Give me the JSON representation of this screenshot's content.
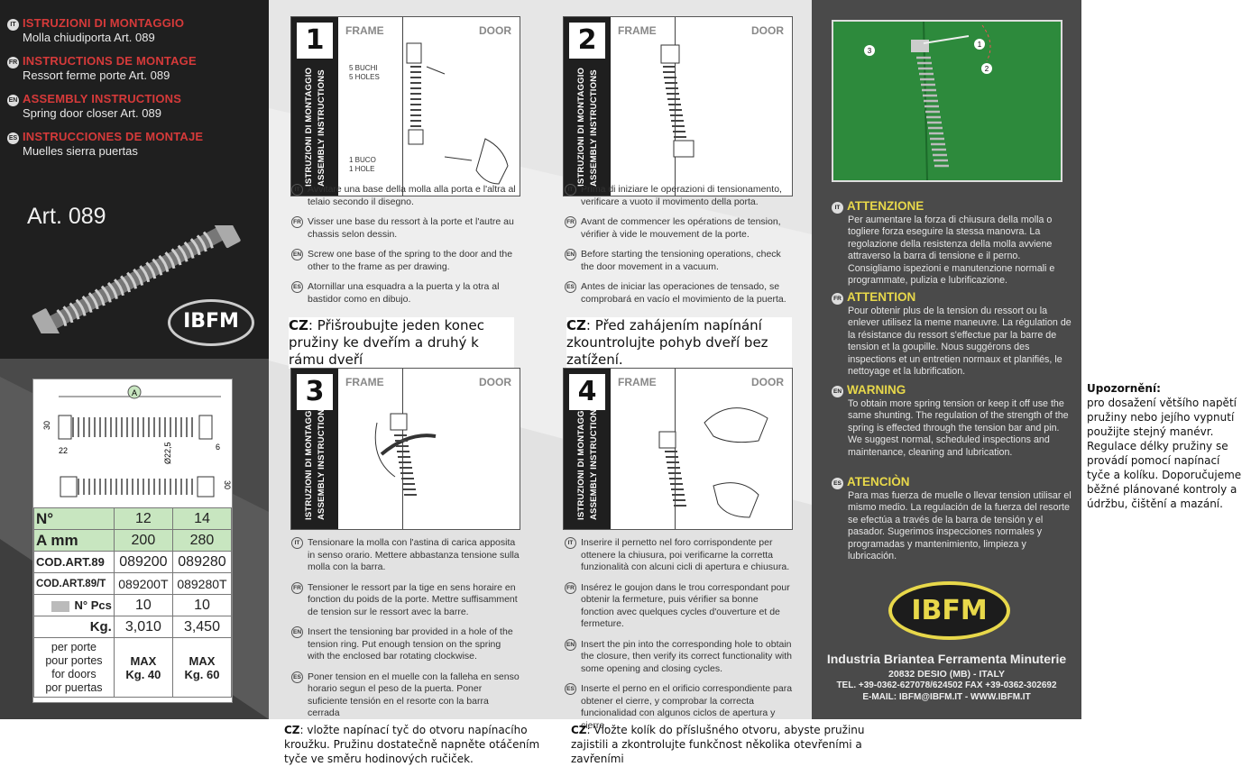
{
  "left": {
    "langs": [
      {
        "code": "IT",
        "heading": "ISTRUZIONI DI MONTAGGIO",
        "sub": "Molla chiudiporta Art. 089"
      },
      {
        "code": "FR",
        "heading": "INSTRUCTIONS DE MONTAGE",
        "sub": "Ressort ferme porte Art. 089"
      },
      {
        "code": "EN",
        "heading": "ASSEMBLY INSTRUCTIONS",
        "sub": "Spring door closer Art. 089"
      },
      {
        "code": "ES",
        "heading": "INSTRUCCIONES DE MONTAJE",
        "sub": "Muelles sierra puertas"
      }
    ],
    "article": "Art. 089",
    "logo": "IBFM"
  },
  "drawing": {
    "dim_a": "A",
    "dim_30": "30",
    "dim_22": "22",
    "dim_d": "Ø22,5",
    "dim_6": "6",
    "dim_30b": "30"
  },
  "spec_table": {
    "rows": [
      {
        "label": "N°",
        "v1": "12",
        "v2": "14"
      },
      {
        "label": "A mm",
        "v1": "200",
        "v2": "280"
      },
      {
        "label": "COD.ART.89",
        "v1": "089200",
        "v2": "089280"
      },
      {
        "label": "COD.ART.89/T",
        "v1": "089200T",
        "v2": "089280T"
      },
      {
        "label": "N° Pcs",
        "v1": "10",
        "v2": "10"
      },
      {
        "label": "Kg.",
        "v1": "3,010",
        "v2": "3,450"
      }
    ],
    "usage_lines": [
      "per porte",
      "pour portes",
      "for doors",
      "por puertas"
    ],
    "max1": "MAX",
    "kg1": "Kg. 40",
    "max2": "MAX",
    "kg2": "Kg. 60"
  },
  "steps": [
    {
      "num": "1",
      "vt1": "ISTRUZIONI DI MONTAGGIO",
      "vt2": "ASSEMBLY INSTRUCTIONS",
      "frame": "FRAME",
      "door": "DOOR",
      "n1": "5 BUCHI",
      "n2": "5 HOLES",
      "n3": "1 BUCO",
      "n4": "1 HOLE",
      "it": "Avvitare una base della molla alla porta e l'altra al telaio secondo il disegno.",
      "fr": "Visser une base du ressort à la porte et l'autre au chassis selon dessin.",
      "en": "Screw one base of the spring to the door and the other to the frame as per drawing.",
      "es": "Atornillar una esquadra a la puerta y la otra al bastidor como en dibujo.",
      "cz_label": "CZ",
      "cz": ": Přišroubujte jeden konec pružiny ke dveřím a druhý k rámu dveří"
    },
    {
      "num": "2",
      "vt1": "ISTRUZIONI DI MONTAGGIO",
      "vt2": "ASSEMBLY INSTRUCTIONS",
      "frame": "FRAME",
      "door": "DOOR",
      "it": "Prima di iniziare le operazioni di tensionamento, verificare a vuoto il movimento della porta.",
      "fr": "Avant de commencer les opérations de tension, vérifier à vide le mouvement de la porte.",
      "en": "Before starting the tensioning operations, check the door movement in a vacuum.",
      "es": "Antes de iniciar las operaciones de tensado, se comprobará en vacío el movimiento de la puerta.",
      "cz_label": "CZ",
      "cz": ": Před zahájením napínání zkountrolujte pohyb dveří bez zatížení."
    },
    {
      "num": "3",
      "vt1": "ISTRUZIONI DI MONTAGGIO",
      "vt2": "ASSEMBLY INSTRUCTIONS",
      "frame": "FRAME",
      "door": "DOOR",
      "it": "Tensionare la molla con l'astina di carica apposita in senso orario. Mettere abbastanza tensione sulla molla con la barra.",
      "fr": "Tensioner le ressort par la tige en sens horaire en fonction du poids de la porte. Mettre suffisamment de tension sur le ressort avec la barre.",
      "en": "Insert the tensioning bar provided in a hole of the tension ring. Put enough tension on the spring with the enclosed bar rotating clockwise.",
      "es": "Poner tension en el muelle con la falleha en senso horario segun el peso de la puerta. Poner suficiente tensión en el resorte con la barra cerrada",
      "cz_label": "CZ",
      "cz": ": vložte napínací tyč do otvoru napínacího kroužku. Pružinu dostatečně napněte otáčením tyče ve směru hodinových ručiček."
    },
    {
      "num": "4",
      "vt1": "ISTRUZIONI DI MONTAGGIO",
      "vt2": "ASSEMBLY INSTRUCTIONS",
      "frame": "FRAME",
      "door": "DOOR",
      "it": "Inserire il pernetto nel foro corrispondente per ottenere la chiusura, poi verificarne la corretta funzionalità con alcuni cicli di apertura e chiusura.",
      "fr": "Insérez le goujon dans le trou correspondant pour obtenir la fermeture, puis vérifier sa bonne fonction avec quelques cycles d'ouverture et de fermeture.",
      "en": "Insert the pin into the corresponding hole to obtain the closure, then verify its correct functionality with some opening and closing cycles.",
      "es": "Inserte el perno en el orificio correspondiente para obtener el cierre, y comprobar la correcta funcionalidad con algunos ciclos de apertura y cierre.",
      "cz_label": "CZ",
      "cz": ": Vložte kolík do příslušného otvoru, abyste pružinu zajistili a zkontrolujte funkčnost několika otevřeními a zavřeními"
    }
  ],
  "right": {
    "callouts": [
      "1",
      "2",
      "3"
    ],
    "att": [
      {
        "code": "IT",
        "h": "ATTENZIONE",
        "t": "Per aumentare la forza di chiusura della molla o togliere forza eseguire la stessa manovra. La regolazione della resistenza della molla avviene attraverso la barra di tensione e il perno. Consigliamo ispezioni e manutenzione normali e programmate, pulizia e lubrificazione."
      },
      {
        "code": "FR",
        "h": "ATTENTION",
        "t": "Pour obtenir plus de la tension du ressort ou la enlever utilisez la meme maneuvre. La régulation de la résistance du ressort s'effectue par la barre de tension et la goupille. Nous suggérons des inspections et un entretien normaux et planifiés, le nettoyage et la lubrification."
      },
      {
        "code": "EN",
        "h": "WARNING",
        "t": "To obtain more spring tension or keep it off use the same shunting. The regulation of the strength of the spring is effected through the tension bar and pin. We suggest normal, scheduled inspections and maintenance, cleaning and lubrication."
      },
      {
        "code": "ES",
        "h": "ATENCIÒN",
        "t": "Para mas fuerza de muelle o llevar tension utilisar el mismo medio. La regulación de la fuerza del resorte se efectúa a través de la barra de tensión y el pasador. Sugerimos inspecciones normales y programadas y mantenimiento, limpieza y lubricación."
      }
    ],
    "logo": "IBFM",
    "company": "Industria Briantea Ferramenta Minuterie",
    "address": "20832 DESIO (MB) - ITALY",
    "tel": "TEL. +39-0362-627078/624502 FAX +39-0362-302692",
    "email": "E-MAIL: IBFM@IBFM.IT - WWW.IBFM.IT"
  },
  "cz_warning": {
    "title": "Upozornění:",
    "text": "pro dosažení většího napětí pružiny nebo jejího vypnutí použijte stejný manévr. Regulace délky pružiny se provádí pomocí napínací tyče a kolíku. Doporučujeme běžné plánované kontroly a údržbu, čištění a mazání."
  }
}
